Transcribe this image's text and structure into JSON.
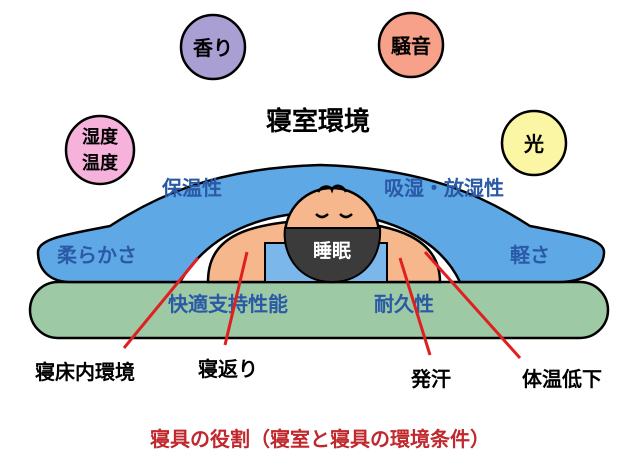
{
  "factors": {
    "scent": "香り",
    "noise": "騒音",
    "humidity_line1": "湿度",
    "humidity_line2": "温度",
    "light": "光"
  },
  "bedroom_environment": "寝室環境",
  "cover_labels": {
    "warmth": "保温性",
    "moisture": "吸湿・放湿性",
    "softness": "柔らかさ",
    "lightness": "軽さ"
  },
  "sleep_label": "睡眠",
  "mattress_labels": {
    "support": "快適支持性能",
    "durability": "耐久性"
  },
  "callouts": {
    "bed_climate": "寝床内環境",
    "turning": "寝返り",
    "sweating": "発汗",
    "temp_drop": "体温低下"
  },
  "caption": "寝具の役割（寝室と寝具の環境条件）",
  "colors": {
    "cover_blue": "#5fa8e6",
    "mattress_green": "#9dc9a4",
    "skin": "#f7b78c",
    "pillow_blue": "#7bb7ea",
    "scent_purple": "#a99fd2",
    "noise_salmon": "#f7a08a",
    "humidity_pink": "#f7b2dc",
    "light_yellow": "#fbf6a3",
    "label_blue": "#2a5aa6",
    "callout_red": "#e02020",
    "caption_red": "#c0282d"
  }
}
